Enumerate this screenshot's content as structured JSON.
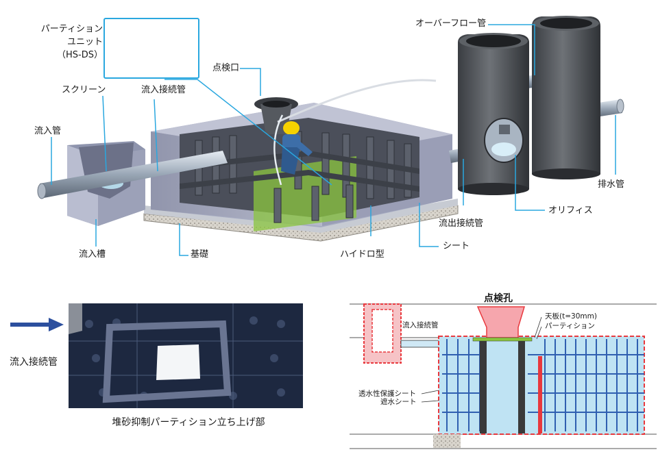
{
  "top_diagram": {
    "partition_unit_label": [
      "パーティション",
      "ユニット",
      "（HS-DS）"
    ],
    "labels": {
      "inspection_port": "点検口",
      "screen": "スクリーン",
      "inflow_connection_pipe": "流入接続管",
      "inflow_pipe": "流入管",
      "inflow_tank": "流入槽",
      "foundation": "基礎",
      "hydro_type": "ハイドロ型",
      "sheet": "シート",
      "outflow_connection_pipe": "流出接続管",
      "orifice": "オリフィス",
      "drain_pipe": "排水管",
      "overflow_pipe": "オーバーフロー管"
    }
  },
  "photo_panel": {
    "arrow_label": "流入接続管",
    "caption": "堆砂抑制パーティション立ち上げ部"
  },
  "section_panel": {
    "inspection_hole": "点検孔",
    "inflow_connection_pipe": "流入接続管",
    "top_plate": "天板(t=30mm)",
    "partition": "パーティション",
    "permeable_sheet": "透水性保護シート",
    "waterproof_sheet": "遮水シート"
  },
  "colors": {
    "accent_blue": "#29a7df",
    "partition_green": "#8bc53f",
    "section_red": "#e8383d",
    "module_blue": "#2f5fb0",
    "sheet_cyan": "#bfe3f3"
  }
}
